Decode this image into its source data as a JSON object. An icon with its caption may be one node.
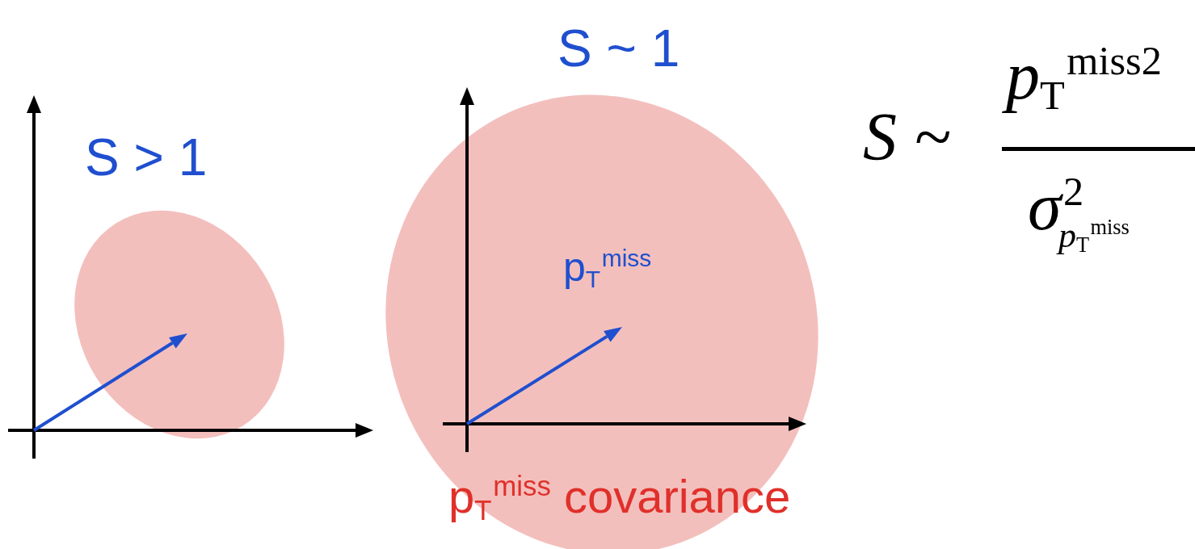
{
  "diagram": {
    "labels": [
      "S ~ 1",
      "S > 1",
      "p$_{T}$$^{miss}$",
      "p$_{T}$$^{miss}$ covariance",
      "S ~",
      "p$_{T}$$^{miss2}$",
      "σ$^{2}$",
      "p$_{T}$$^{miss}$"
    ]
  }
}
